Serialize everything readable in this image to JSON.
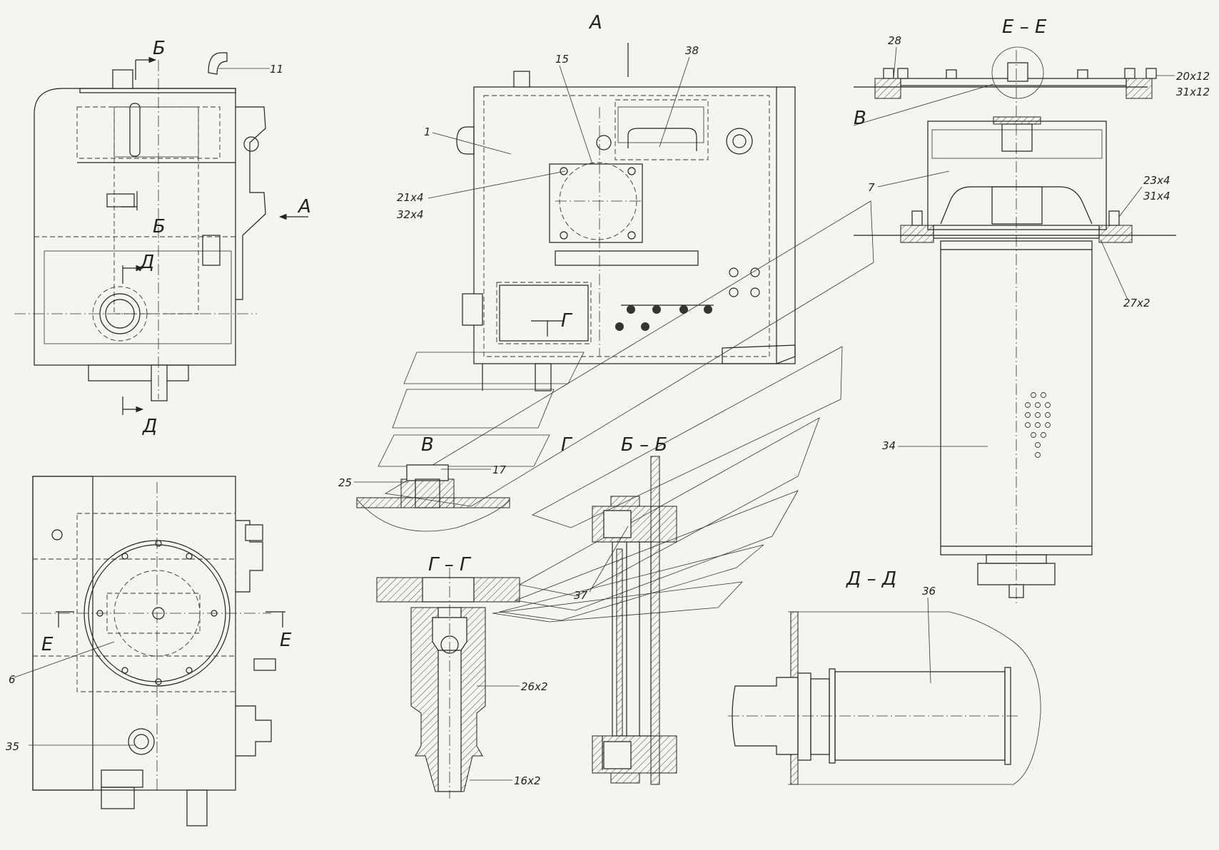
{
  "views": {
    "view_a": "А",
    "section_ee": "Е – Е",
    "section_bb": "Б – Б",
    "section_gg": "Г – Г",
    "section_dd": "Д – Д",
    "detail_v": "В"
  },
  "cut_marks": {
    "b_top": "Б",
    "b_mid": "Б",
    "d_mid": "Д",
    "d_bottom": "Д",
    "a_arrow": "А",
    "g_right": "Г",
    "g_bottom": "Г",
    "e_left": "Е",
    "e_right": "Е",
    "v_callout": "В"
  },
  "callouts": {
    "p1": "1",
    "p6": "6",
    "p7": "7",
    "p11": "11",
    "p15": "15",
    "p17": "17",
    "p25": "25",
    "p28": "28",
    "p34": "34",
    "p35": "35",
    "p36": "36",
    "p37": "37",
    "p38": "38",
    "p21x4": "21x4",
    "p32x4": "32x4",
    "p20x12": "20x12",
    "p31x12": "31x12",
    "p23x4": "23x4",
    "p31x4": "31x4",
    "p27x2": "27x2",
    "p26x2": "26x2",
    "p16x2": "16x2"
  }
}
